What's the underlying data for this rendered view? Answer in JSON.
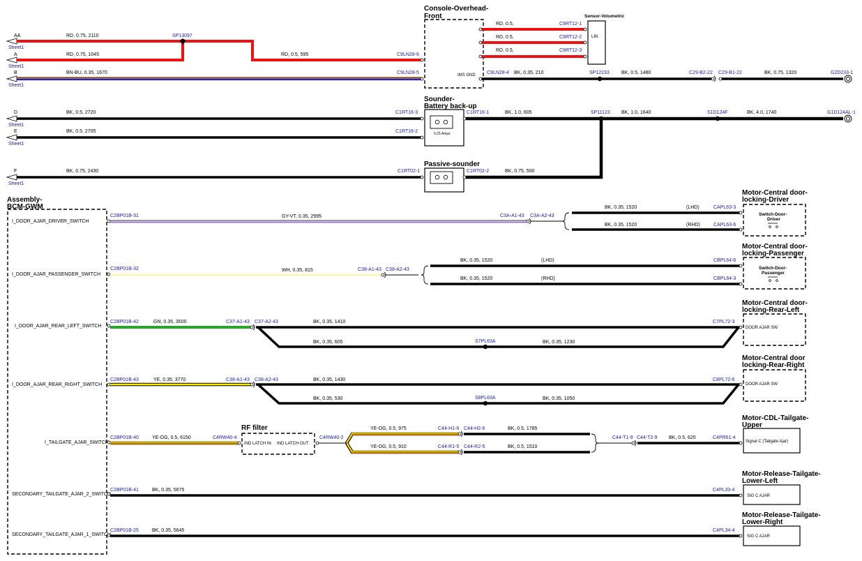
{
  "sheet": {
    "refs": [
      {
        "id": "AA",
        "label": "Sheet1"
      },
      {
        "id": "A",
        "label": "Sheet1"
      },
      {
        "id": "B",
        "label": "Sheet1"
      },
      {
        "id": "D",
        "label": "Sheet1"
      },
      {
        "id": "E",
        "label": "Sheet1"
      },
      {
        "id": "F",
        "label": "Sheet1"
      }
    ]
  },
  "colors": {
    "red": "#ee1111",
    "black": "#000000",
    "blue": "#2222cc",
    "brown": "#8b4513",
    "violet": "#9b79d4",
    "white": "#fffde0",
    "green": "#22aa22",
    "yellow": "#ffee00",
    "orange": "#ff9900",
    "connector": "#1a1ab4"
  },
  "wires": {
    "aa": "RD, 0.75, 2110",
    "a": "RD, 0.75, 1045",
    "rd595": "RD, 0.5, 595",
    "b": "BN-BU, 0.35, 1670",
    "rd1": "RD, 0.5,",
    "rd2": "RD, 0.5,",
    "rd3": "RD, 0.5,",
    "bk210": "BK, 0.35, 210",
    "bk1480": "BK, 0.5, 1480",
    "bk1320": "BK, 0.75, 1320",
    "d": "BK, 0.5, 2720",
    "e": "BK, 0.5, 2705",
    "bk605": "BK, 1.0, 605",
    "bk1640": "BK, 1.0, 1640",
    "bk1740": "BK, 4.0, 1740",
    "f": "BK, 0.75, 2430",
    "bk500": "BK, 0.75, 500",
    "gyvt": "GY-VT, 0.35, 2995",
    "drv_lhd": "BK, 0.35, 1520",
    "drv_rhd": "BK, 0.35, 1520",
    "lhd1": "(LHD)",
    "rhd1": "(RHD)",
    "wh": "WH, 0.35, 815",
    "pas_lhd": "BK, 0.35, 1520",
    "pas_rhd": "BK, 0.35, 1520",
    "lhd2": "(LHD)",
    "rhd2": "(RHD)",
    "gn": "GN, 0.35, 3500",
    "rl1410": "BK, 0.35, 1410",
    "rl605": "BK, 0.35, 605",
    "rl1230": "BK, 0.35, 1230",
    "ye": "YE, 0.35, 3770",
    "rr1430": "BK, 0.35, 1430",
    "rr530": "BK, 0.35, 530",
    "rr1050": "BK, 0.35, 1050",
    "yeog6150": "YE-OG, 0.5, 6150",
    "yeog975": "YE-OG, 0.5, 975",
    "yeog910": "YE-OG, 0.5, 910",
    "bk1785": "BK, 0.5, 1785",
    "bk1510": "BK, 0.5, 1510",
    "bk620": "BK, 0.5, 620",
    "bk5675": "BK, 0.35, 5675",
    "bk5645": "BK, 0.35, 5645"
  },
  "connectors": {
    "sp13097": "SP13097",
    "c9ln28_6": "C9LN28-6",
    "c9ln28_5": "C9LN28-5",
    "c9rt12_1": "C9RT12-1",
    "c9rt12_2": "C9RT12-2",
    "c9rt12_3": "C9RT12-3",
    "c9ln28_4": "C9LN28-4",
    "sp12233": "SP12233",
    "c29b2_22": "C29-B2-22",
    "c29b1_22": "C29-B1-22",
    "g2d233": "G2D233-1",
    "c1rt16_3": "C1RT16-3",
    "c1rt16_2": "C1RT16-2",
    "c1rt16_1": "C1RT16-1",
    "sp11123": "SP11123",
    "s1d124f": "S1D124F",
    "g1d124al": "G1D124AL-1",
    "c1rt02_1": "C1RT02-1",
    "c1rt02_2": "C1RT02-2",
    "c2bp01b_31": "C2BP01B-31",
    "c3a_a1_43": "C3A-A1-43",
    "c3a_a2_43": "C3A-A2-43",
    "capl63_3": "CAPL63-3",
    "capl63_6": "CAPL63-6",
    "c2bp01b_32": "C2BP01B-32",
    "c38_a1_43": "C38-A1-43",
    "c38_a2_43": "C38-A2-43",
    "cbpl64_6": "CBPL64-6",
    "cbpl64_3": "CBPL64-3",
    "c2bp01b_42": "C2BP01B-42",
    "c37_a1_43": "C37-A1-43",
    "c37_a2_43": "C37-A2-43",
    "c7pl72_3": "C7PL72-3",
    "s7pl63a": "S7PL63A",
    "c2bp01b_43": "C2BP01B-43",
    "c38b_a1_43": "C38-A1-43",
    "c38b_a2_43": "C38-A2-43",
    "c8pl72_6": "C8PL72-6",
    "s8pl63a": "S8PL63A",
    "c2bp01b_40": "C2BP01B-40",
    "c4rw40_4": "C4RW40-4",
    "c4rw40_2": "C4RW40-2",
    "c44h1_6": "C44-H1-6",
    "c44h2_6": "C44-H2-6",
    "c44r1_5": "C44-R1-5",
    "c44r2_5": "C44-R2-5",
    "c44t1_9": "C44-T1-9",
    "c44t2_9": "C44-T2-9",
    "c4pr61_4": "C4PR61-4",
    "c2bp01b_41": "C2BP01B-41",
    "c4pl33_4": "C4PL33-4",
    "c2bp01b_25": "C2BP01B-25",
    "c4pl34_4": "C4PL34-4"
  },
  "components": {
    "console_l1": "Console-Overhead-",
    "console_l2": "Front",
    "ims_gnd": "IMS GND",
    "sensor": "Sensor-Volumetric",
    "lin": "LIN",
    "sounder_l1": "Sounder-",
    "sounder_l2": "Battery back-up",
    "sounder_amps": "0.25 Amps",
    "passive": "Passive-sounder",
    "bcm_l1": "Assembly-",
    "bcm_l2": "BCM-GWM",
    "m_drv_l1": "Motor-Central door-",
    "m_drv_l2": "locking-Driver",
    "sw_drv_l1": "Switch-Door-",
    "sw_drv_l2": "Driver",
    "m_pas_l1": "Motor-Central door-",
    "m_pas_l2": "locking-Passenger",
    "sw_pas_l1": "Switch-Door-",
    "sw_pas_l2": "Passenger",
    "m_rl_l1": "Motor-Central door-",
    "m_rl_l2": "locking-Rear-Left",
    "door_ajar_rl": "DOOR AJAR SW",
    "m_rr_l1": "Motor-Central door",
    "m_rr_l2": "locking-Rear-Right",
    "door_ajar_rr": "DOOR AJAR SW",
    "rf_filter": "RF filter",
    "ind_latch_in": "IND LATCH IN",
    "ind_latch_out": "IND LATCH OUT",
    "m_cdl_l1": "Motor-CDL-Tailgate-",
    "m_cdl_l2": "Upper",
    "signal_c": "Signal C (Tailgate Ajar)",
    "m_rel_ll_l1": "Motor-Release-Tailgate-",
    "m_rel_ll_l2": "Lower-Left",
    "sig_c_ajar_1": "SIG C AJAR",
    "m_rel_lr_l1": "Motor-Release-Tailgate-",
    "m_rel_lr_l2": "Lower-Right",
    "sig_c_ajar_2": "SIG C AJAR"
  },
  "pins": {
    "driver": "I_DOOR_AJAR_DRIVER_SWITCH",
    "passenger": "I_DOOR_AJAR_PASSENGER_SWITCH",
    "rear_left": "I_DOOR_AJAR_REAR_LEFT_SWITCH",
    "rear_right": "I_DOOR_AJAR_REAR_RIGHT_SWITCH",
    "tailgate": "I_TAILGATE_AJAR_SWITCH",
    "secondary2": "SECONDARY_TAILGATE_AJAR_2_SWITCH",
    "secondary1": "SECONDARY_TAILGATE_AJAR_1_SWITCH"
  }
}
